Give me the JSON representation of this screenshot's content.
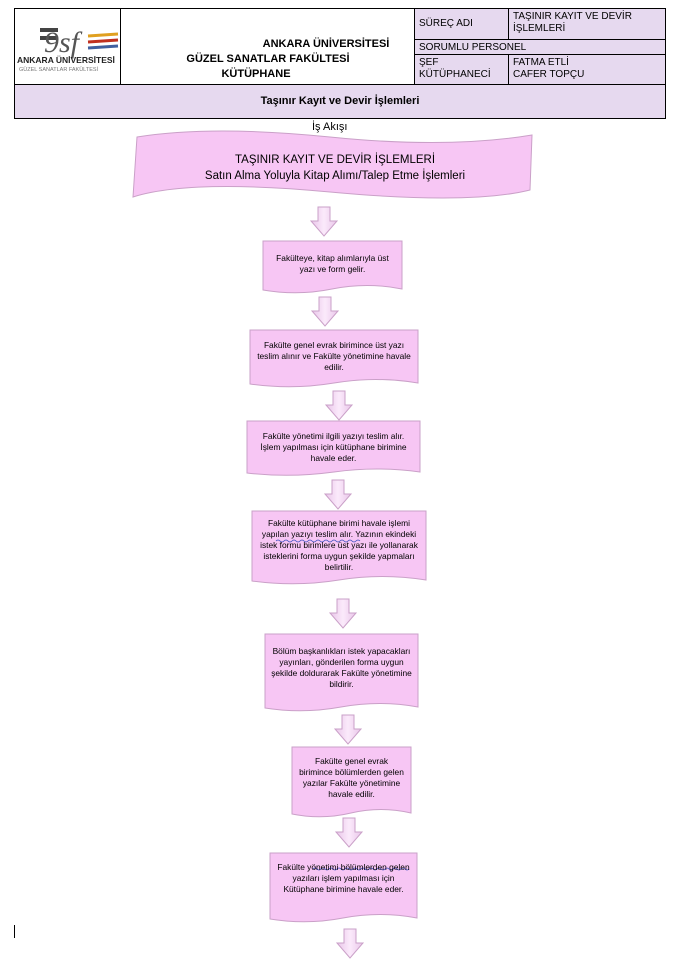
{
  "header": {
    "logo_text": "9sf",
    "logo_caption": "ANKARA ÜNİVERSİTESİ",
    "logo_subcaption": "GÜZEL SANATLAR FAKÜLTESİ",
    "institution_line1": "ANKARA ÜNİVERSİTESİ",
    "institution_line2": "GÜZEL SANATLAR FAKÜLTESİ",
    "institution_line3": "KÜTÜPHANE",
    "process_name_label": "SÜREÇ ADI",
    "process_name_value": "TAŞINIR KAYIT VE DEVİR İŞLEMLERİ",
    "responsible_label": "SORUMLU PERSONEL",
    "role1": "ŞEF",
    "role2": "KÜTÜPHANECİ",
    "person1": "FATMA ETLİ",
    "person2": "CAFER TOPÇU",
    "title_bar": "Taşınır Kayıt ve Devir İşlemleri"
  },
  "flow": {
    "label": "İş Akışı",
    "banner_line1": "TAŞINIR KAYIT VE DEVİR İŞLEMLERİ",
    "banner_line2": "Satın Alma Yoluyla Kitap Alımı/Talep Etme İşlemleri",
    "steps": [
      "Fakülteye, kitap alımlarıyla üst yazı ve form gelir.",
      "Fakülte genel evrak birimince üst yazı teslim alınır ve Fakülte yönetimine havale edilir.",
      "Fakülte yönetimi ilgili yazıyı teslim alır. İşlem yapılması için kütüphane birimine havale eder.",
      "Fakülte kütüphane birimi havale işlemi yapılan yazıyı teslim alır. Yazının ekindeki istek formu birimlere üst yazı ile yollanarak isteklerini forma uygun şekilde yapmaları belirtilir.",
      "Bölüm başkanlıkları istek yapacakları yayınları, gönderilen forma uygun şekilde doldurarak Fakülte yönetimine bildirir.",
      "Fakülte genel evrak birimince bölümlerden gelen yazılar Fakülte yönetimine havale edilir.",
      "Fakülte yönetimi bölümlerden gelen yazıları işlem yapılması için Kütüphane birimine havale eder."
    ]
  },
  "colors": {
    "shape_fill": "#f7c6f4",
    "shape_stroke": "#caa0c8",
    "header_fill": "#e6d9ef"
  }
}
